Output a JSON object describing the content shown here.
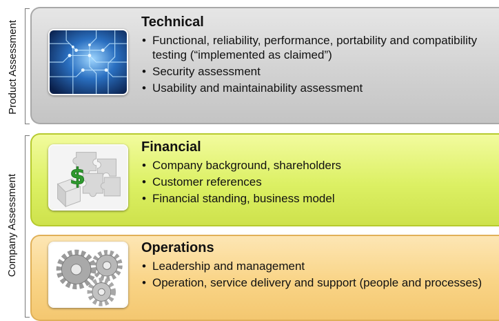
{
  "side_labels": {
    "product": "Product Assessment",
    "company": "Company Assessment"
  },
  "bullet_glyph": "•",
  "sections": [
    {
      "title": "Technical",
      "color": "#d2d2d2",
      "icon": "circuit-board-image",
      "bullets": [
        "Functional, reliability, performance, portability and compatibility testing (“implemented as claimed”)",
        "Security assessment",
        "Usability and maintainability assessment"
      ]
    },
    {
      "title": "Financial",
      "color": "#dcf064",
      "icon": "dollar-puzzle-image",
      "bullets": [
        "Company background, shareholders",
        "Customer references",
        "Financial standing, business model"
      ]
    },
    {
      "title": "Operations",
      "color": "#f9d486",
      "icon": "gears-image",
      "bullets": [
        "Leadership and management",
        "Operation, service delivery and support (people and processes)"
      ]
    }
  ]
}
